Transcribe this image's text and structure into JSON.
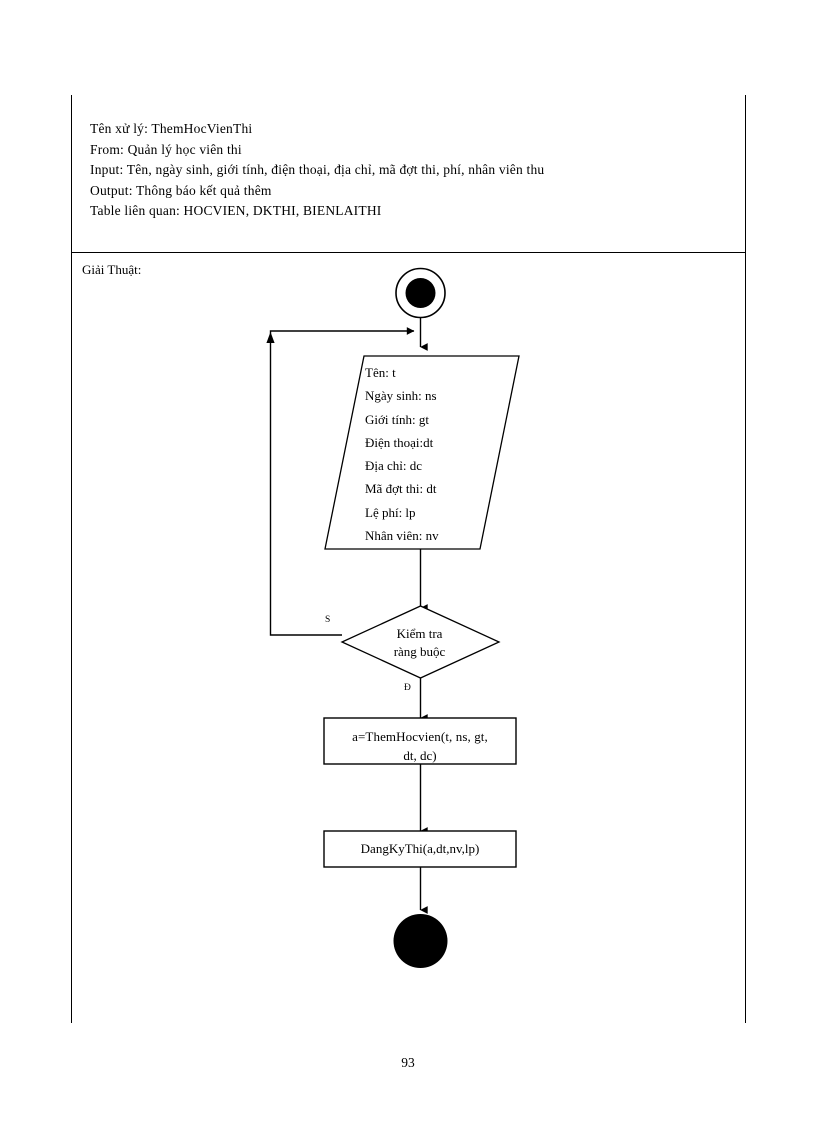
{
  "document": {
    "page_number": "93",
    "algorithm_label": "Giải Thuật:"
  },
  "header": {
    "lines": [
      "Tên xử lý:  ThemHocVienThi",
      "From:  Quản lý học viên thi",
      "Input: Tên, ngày  sinh,  giới  tính,  điện thoại,  địa chỉ,  mã đợt thi,  phí,  nhân viên  thu",
      "Output:  Thông  báo kết quả thêm",
      "Table liên  quan:  HOCVIEN, DKTHI, BIENLAITHI"
    ]
  },
  "flowchart": {
    "start_node": "initial-node",
    "end_node": "final-node",
    "input_node": {
      "shape": "parallelogram",
      "lines": [
        "Tên: t",
        "Ngày sinh:  ns",
        "Giới  tính:  gt",
        "Điện  thoại:dt",
        "Địa chỉ:  dc",
        "Mã đợt thi:  dt",
        "Lệ phí:  lp",
        "Nhân viên:  nv"
      ]
    },
    "decision_node": {
      "shape": "diamond",
      "line1": "Kiểm tra",
      "line2": "ràng  buộc",
      "branch_false_label": "S",
      "branch_true_label": "Đ"
    },
    "process1": {
      "shape": "rectangle",
      "line1": "a=ThemHocvien(t,   ns, gt,",
      "line2": "dt, dc)"
    },
    "process2": {
      "shape": "rectangle",
      "line1": "DangKyThi(a,dt,nv,lp)"
    }
  },
  "colors": {
    "ink": "#000000",
    "paper": "#ffffff"
  }
}
